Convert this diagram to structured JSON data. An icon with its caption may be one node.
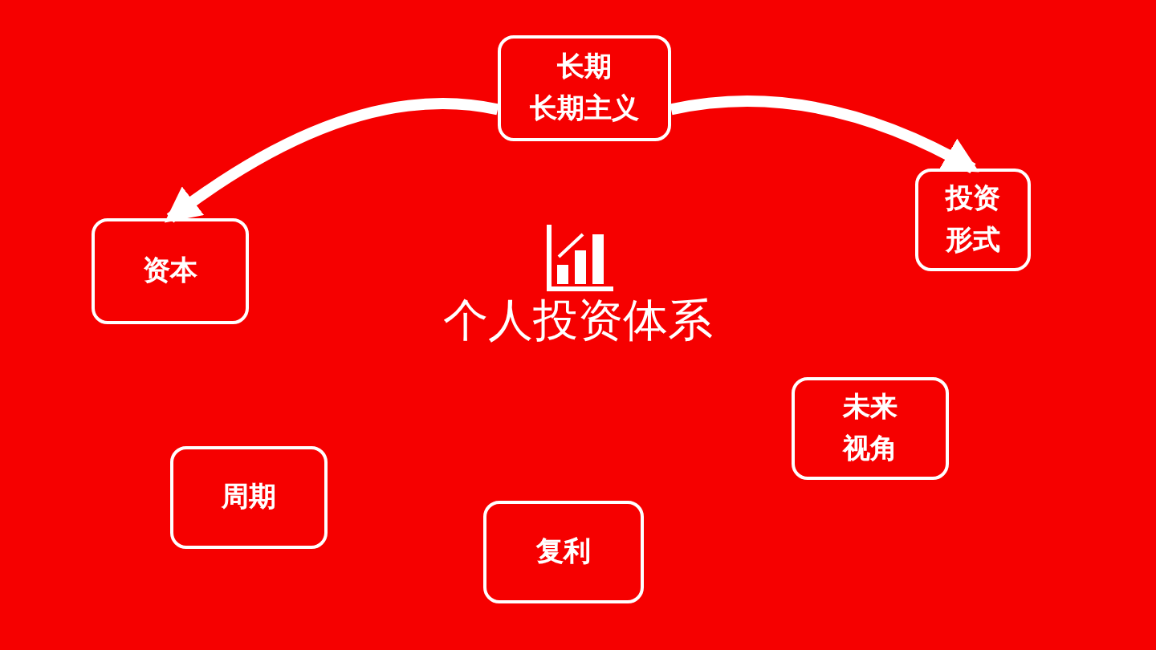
{
  "diagram": {
    "title": "个人投资体系",
    "nodes": [
      {
        "text": [
          "长期",
          "长期主义"
        ]
      },
      {
        "text": [
          "投资形式"
        ]
      },
      {
        "text": [
          "资本"
        ]
      },
      {
        "text": [
          "未来视角"
        ]
      },
      {
        "text": [
          "周期"
        ]
      },
      {
        "text": [
          "复利"
        ]
      }
    ],
    "edges": [
      {
        "from": 0,
        "to": 2,
        "arrow": "to"
      },
      {
        "from": 0,
        "to": 1,
        "arrow": "to"
      }
    ]
  }
}
